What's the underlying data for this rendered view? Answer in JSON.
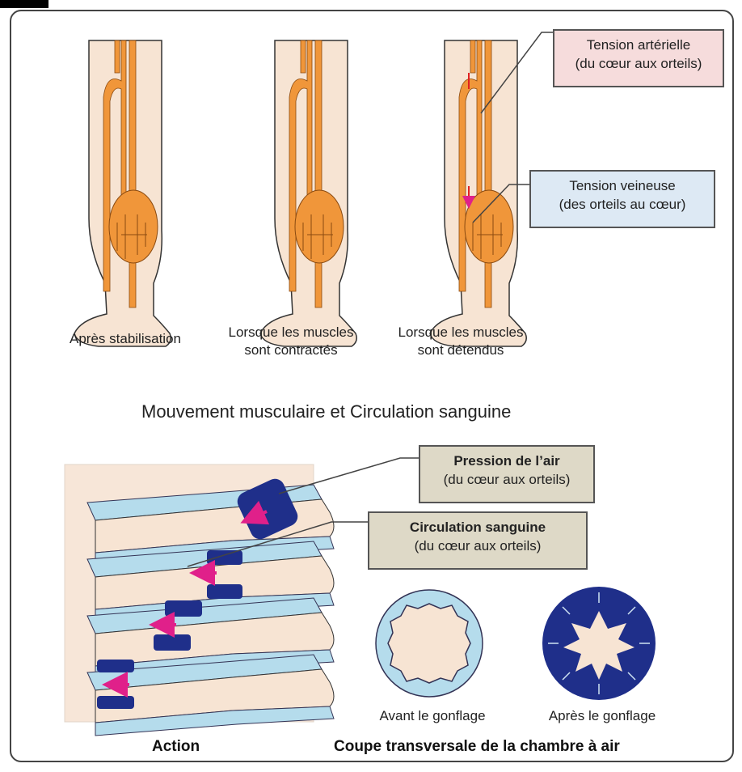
{
  "legs": {
    "labels": [
      [
        "Après stabilisation"
      ],
      [
        "Lorsque les muscles",
        "sont contractés"
      ],
      [
        "Lorsque les muscles",
        "sont détendus"
      ]
    ]
  },
  "callouts": {
    "arterial": [
      "Tension artérielle",
      "(du cœur aux orteils)"
    ],
    "venous": [
      "Tension veineuse",
      "(des orteils au cœur)"
    ],
    "air": [
      "Pression de l’air",
      "(du cœur aux orteils)"
    ],
    "blood": [
      "Circulation sanguine",
      "(du cœur aux orteils)"
    ]
  },
  "middle_title": "Mouvement musculaire et Circulation sanguine",
  "sections": {
    "before": "Avant le gonflage",
    "after": "Après le gonflage",
    "action": "Action",
    "cross_section": "Coupe transversale de la chambre à air"
  },
  "colors": {
    "skin": "#f7e4d3",
    "artery": "#f0963a",
    "cuff_light": "#b5dcec",
    "cuff_dark": "#1f2f8a",
    "arrow": "#e0208a",
    "arterial_box": "#f6dcdc",
    "venous_box": "#dde9f4",
    "beige_box": "#ded9c7",
    "panel": "#f7e6d8"
  }
}
